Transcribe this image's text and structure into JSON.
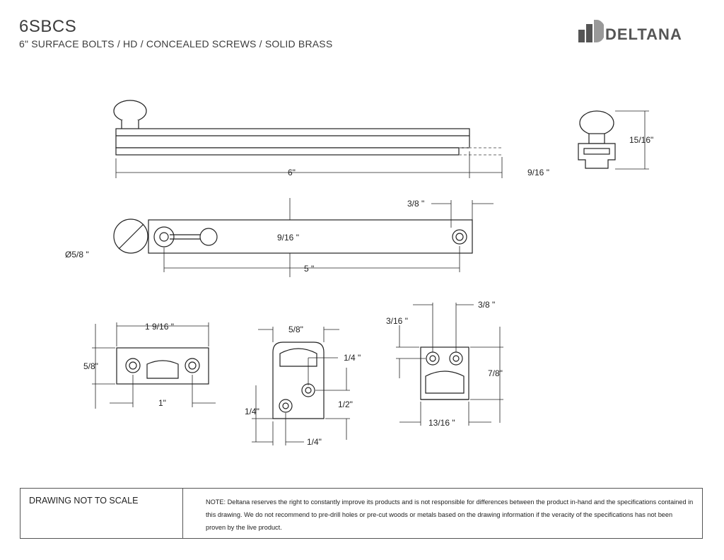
{
  "header": {
    "model": "6SBCS",
    "subtitle": "6\" SURFACE BOLTS / HD / CONCEALED SCREWS / SOLID BRASS",
    "brand": "DELTANA"
  },
  "dimensions": {
    "side_length": "6\"",
    "side_throw": "9/16 \"",
    "end_height": "15/16\"",
    "top_height": "9/16 \"",
    "top_hole_spacing": "5 \"",
    "top_hole_edge": "3/8 \"",
    "knob_diameter": "Ø5/8 \"",
    "strike1_width": "1  9/16 \"",
    "strike1_height": "5/8\"",
    "strike1_holes": "1\"",
    "strike2_width": "5/8\"",
    "strike2_a": "1/4 \"",
    "strike2_b": "1/4\"",
    "strike2_c": "1/2\"",
    "strike2_d": "1/4\"",
    "strike3_a": "3/16 \"",
    "strike3_b": "3/8 \"",
    "strike3_height": "7/8\"",
    "strike3_width": "13/16 \""
  },
  "footer": {
    "scale_note": "DRAWING NOT TO SCALE",
    "disclaimer": "NOTE: Deltana reserves the right to constantly improve its products and is not responsible for differences between the product in-hand and the specifications contained in this drawing. We do not recommend to pre-drill holes or pre-cut woods or metals based on the drawing information if the veracity of the specifications has not been proven by the live product."
  }
}
